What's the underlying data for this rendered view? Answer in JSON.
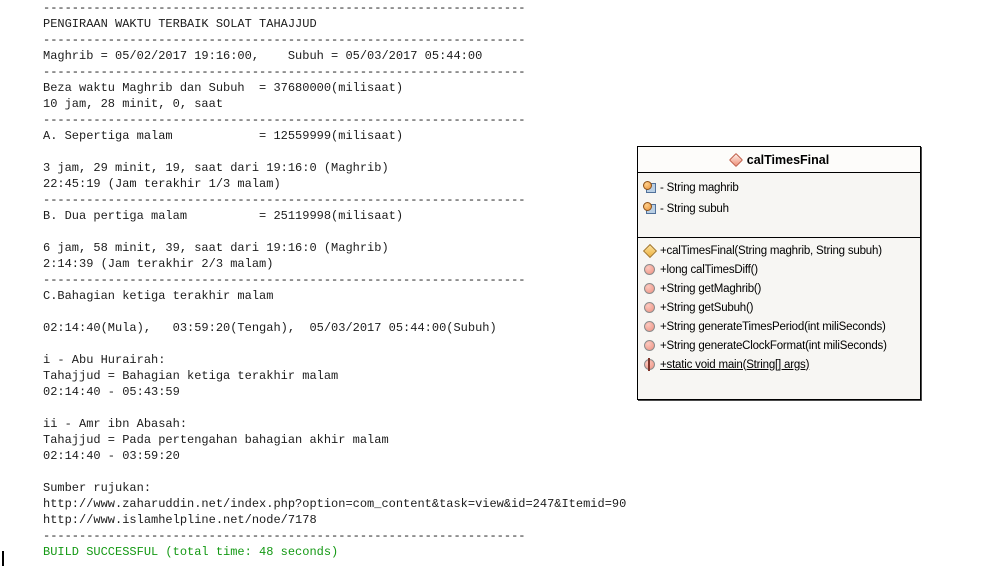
{
  "colors": {
    "console_text": "#1c1c1c",
    "success_green": "#149914",
    "method_icon_fill": "#ee9080",
    "constructor_icon_fill": "#eeb23f",
    "field_ball_fill": "#e8913a",
    "field_square_fill": "#b9cfe4"
  },
  "console": {
    "dash_line": "-------------------------------------------------------------------",
    "lines": [
      {
        "kind": "dash"
      },
      {
        "kind": "text",
        "text": "PENGIRAAN WAKTU TERBAIK SOLAT TAHAJJUD"
      },
      {
        "kind": "dash"
      },
      {
        "kind": "text",
        "text": "Maghrib = 05/02/2017 19:16:00,    Subuh = 05/03/2017 05:44:00"
      },
      {
        "kind": "dash"
      },
      {
        "kind": "text",
        "text": "Beza waktu Maghrib dan Subuh  = 37680000(milisaat)"
      },
      {
        "kind": "text",
        "text": "10 jam, 28 minit, 0, saat"
      },
      {
        "kind": "dash"
      },
      {
        "kind": "text",
        "text": "A. Sepertiga malam            = 12559999(milisaat)"
      },
      {
        "kind": "blank"
      },
      {
        "kind": "text",
        "text": "3 jam, 29 minit, 19, saat dari 19:16:0 (Maghrib)"
      },
      {
        "kind": "text",
        "text": "22:45:19 (Jam terakhir 1/3 malam)"
      },
      {
        "kind": "dash"
      },
      {
        "kind": "text",
        "text": "B. Dua pertiga malam          = 25119998(milisaat)"
      },
      {
        "kind": "blank"
      },
      {
        "kind": "text",
        "text": "6 jam, 58 minit, 39, saat dari 19:16:0 (Maghrib)"
      },
      {
        "kind": "text",
        "text": "2:14:39 (Jam terakhir 2/3 malam)"
      },
      {
        "kind": "dash"
      },
      {
        "kind": "text",
        "text": "C.Bahagian ketiga terakhir malam"
      },
      {
        "kind": "blank"
      },
      {
        "kind": "text",
        "text": "02:14:40(Mula),   03:59:20(Tengah),  05/03/2017 05:44:00(Subuh)"
      },
      {
        "kind": "blank"
      },
      {
        "kind": "text",
        "text": "i - Abu Hurairah:"
      },
      {
        "kind": "text",
        "text": "Tahajjud = Bahagian ketiga terakhir malam"
      },
      {
        "kind": "text",
        "text": "02:14:40 - 05:43:59"
      },
      {
        "kind": "blank"
      },
      {
        "kind": "text",
        "text": "ii - Amr ibn Abasah:"
      },
      {
        "kind": "text",
        "text": "Tahajjud = Pada pertengahan bahagian akhir malam"
      },
      {
        "kind": "text",
        "text": "02:14:40 - 03:59:20"
      },
      {
        "kind": "blank"
      },
      {
        "kind": "text",
        "text": "Sumber rujukan:"
      },
      {
        "kind": "text",
        "text": "http://www.zaharuddin.net/index.php?option=com_content&task=view&id=247&Itemid=90"
      },
      {
        "kind": "text",
        "text": "http://www.islamhelpline.net/node/7178"
      },
      {
        "kind": "dash"
      },
      {
        "kind": "success",
        "text": "BUILD SUCCESSFUL (total time: 48 seconds)"
      }
    ]
  },
  "uml": {
    "class_name": "calTimesFinal",
    "fields": [
      {
        "icon": "field",
        "text": "- String maghrib"
      },
      {
        "icon": "field",
        "text": "- String subuh"
      }
    ],
    "methods": [
      {
        "icon": "constructor",
        "text": "+calTimesFinal(String maghrib, String subuh)"
      },
      {
        "icon": "method",
        "text": "+long calTimesDiff()"
      },
      {
        "icon": "method",
        "text": "+String getMaghrib()"
      },
      {
        "icon": "method",
        "text": "+String getSubuh()"
      },
      {
        "icon": "method",
        "text": "+String generateTimesPeriod(int miliSeconds)"
      },
      {
        "icon": "method",
        "text": "+String generateClockFormat(int miliSeconds)"
      },
      {
        "icon": "static-method",
        "text": "+static void main(String[] args)",
        "underline": true
      }
    ]
  }
}
